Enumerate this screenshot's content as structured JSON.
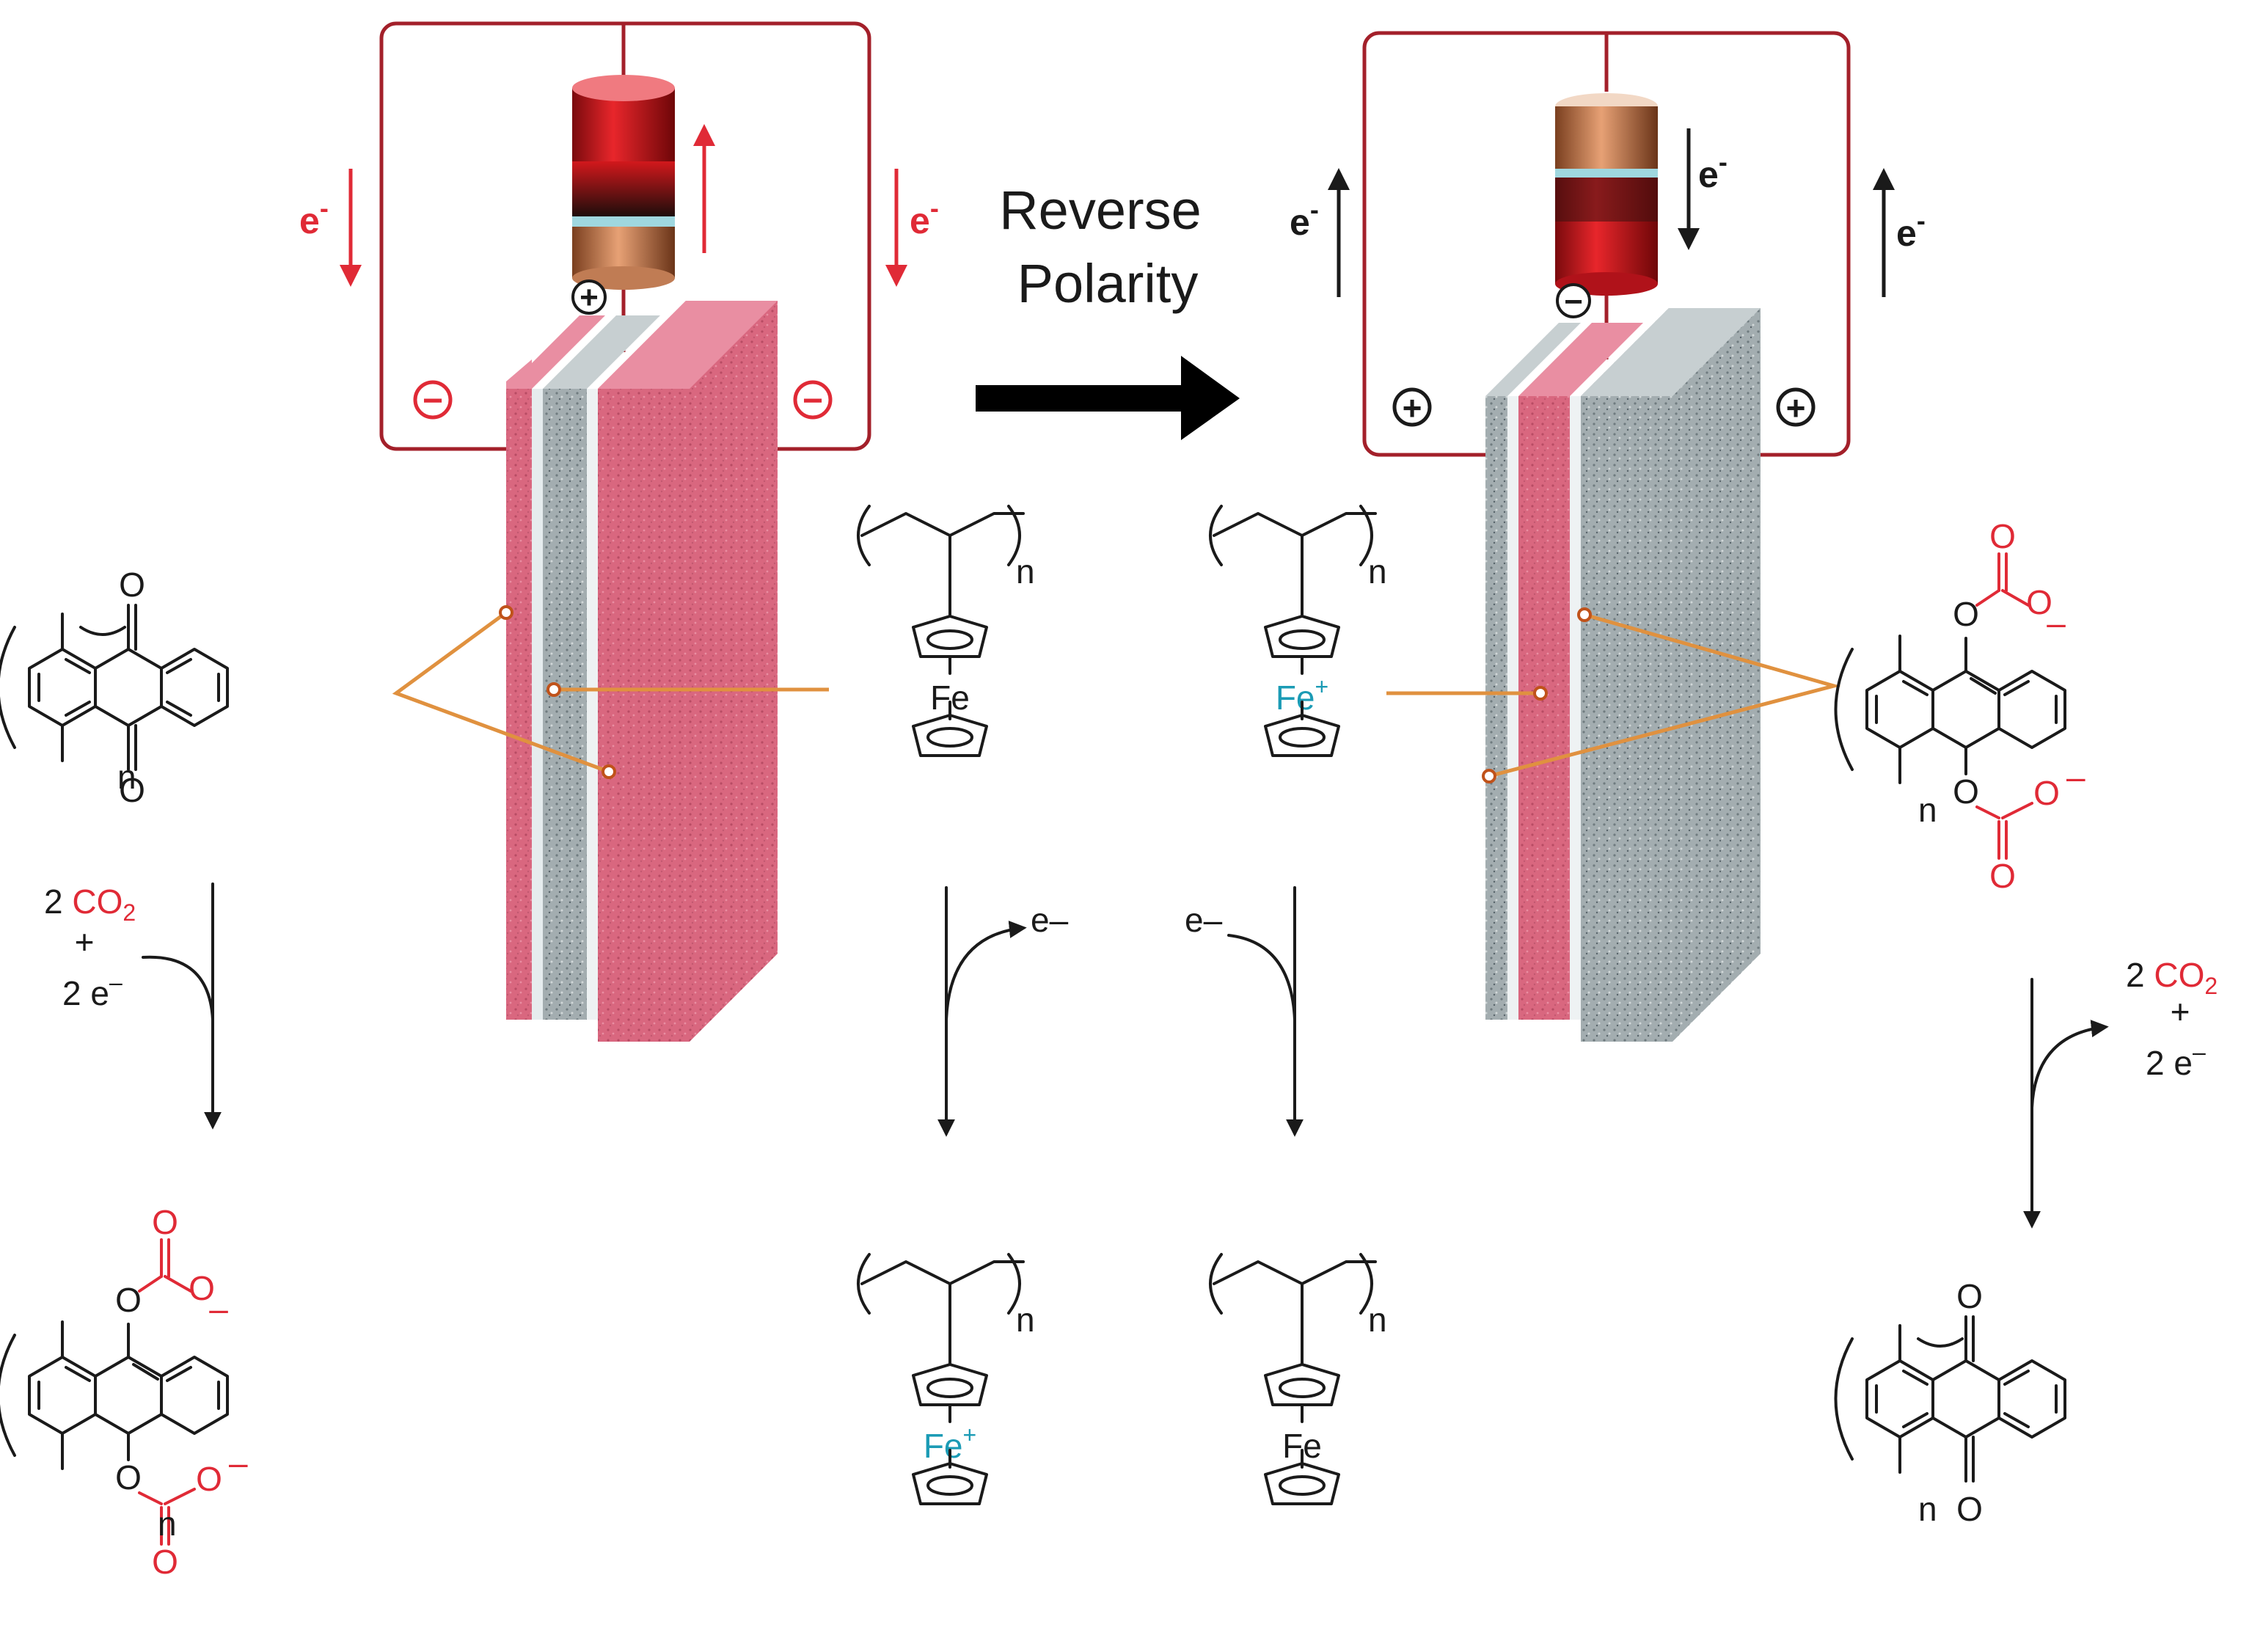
{
  "title": "Reverse\nPolarity",
  "title_lines": [
    "Reverse",
    "Polarity"
  ],
  "electron": "e",
  "electron_sup": "-",
  "plus_symbol": "+",
  "minus_symbol": "−",
  "minus_sign_small": "–",
  "n_label": "n",
  "atoms": {
    "O": "O",
    "Fe": "Fe",
    "Fe_plus": "Fe",
    "plus_sup": "+",
    "o_minus_sup": "–"
  },
  "reactions": {
    "left": {
      "co2_coeff": "2",
      "co2": "CO",
      "co2_sub": "2",
      "plus": "+",
      "e_coeff": "2",
      "e": "e",
      "e_sup": "–"
    },
    "right": {
      "co2_coeff": "2",
      "co2": "CO",
      "co2_sub": "2",
      "plus": "+",
      "e_coeff": "2",
      "e": "e",
      "e_sup": "–"
    },
    "mid_left_e": "e–",
    "mid_right_e": "e–"
  },
  "colors": {
    "red": "#e02a36",
    "teal": "#1b9bb5",
    "wire": "#a3202a",
    "connector": "#e0913f",
    "pink_layer": "#d8677f",
    "grey_layer": "#9aa7ab"
  }
}
